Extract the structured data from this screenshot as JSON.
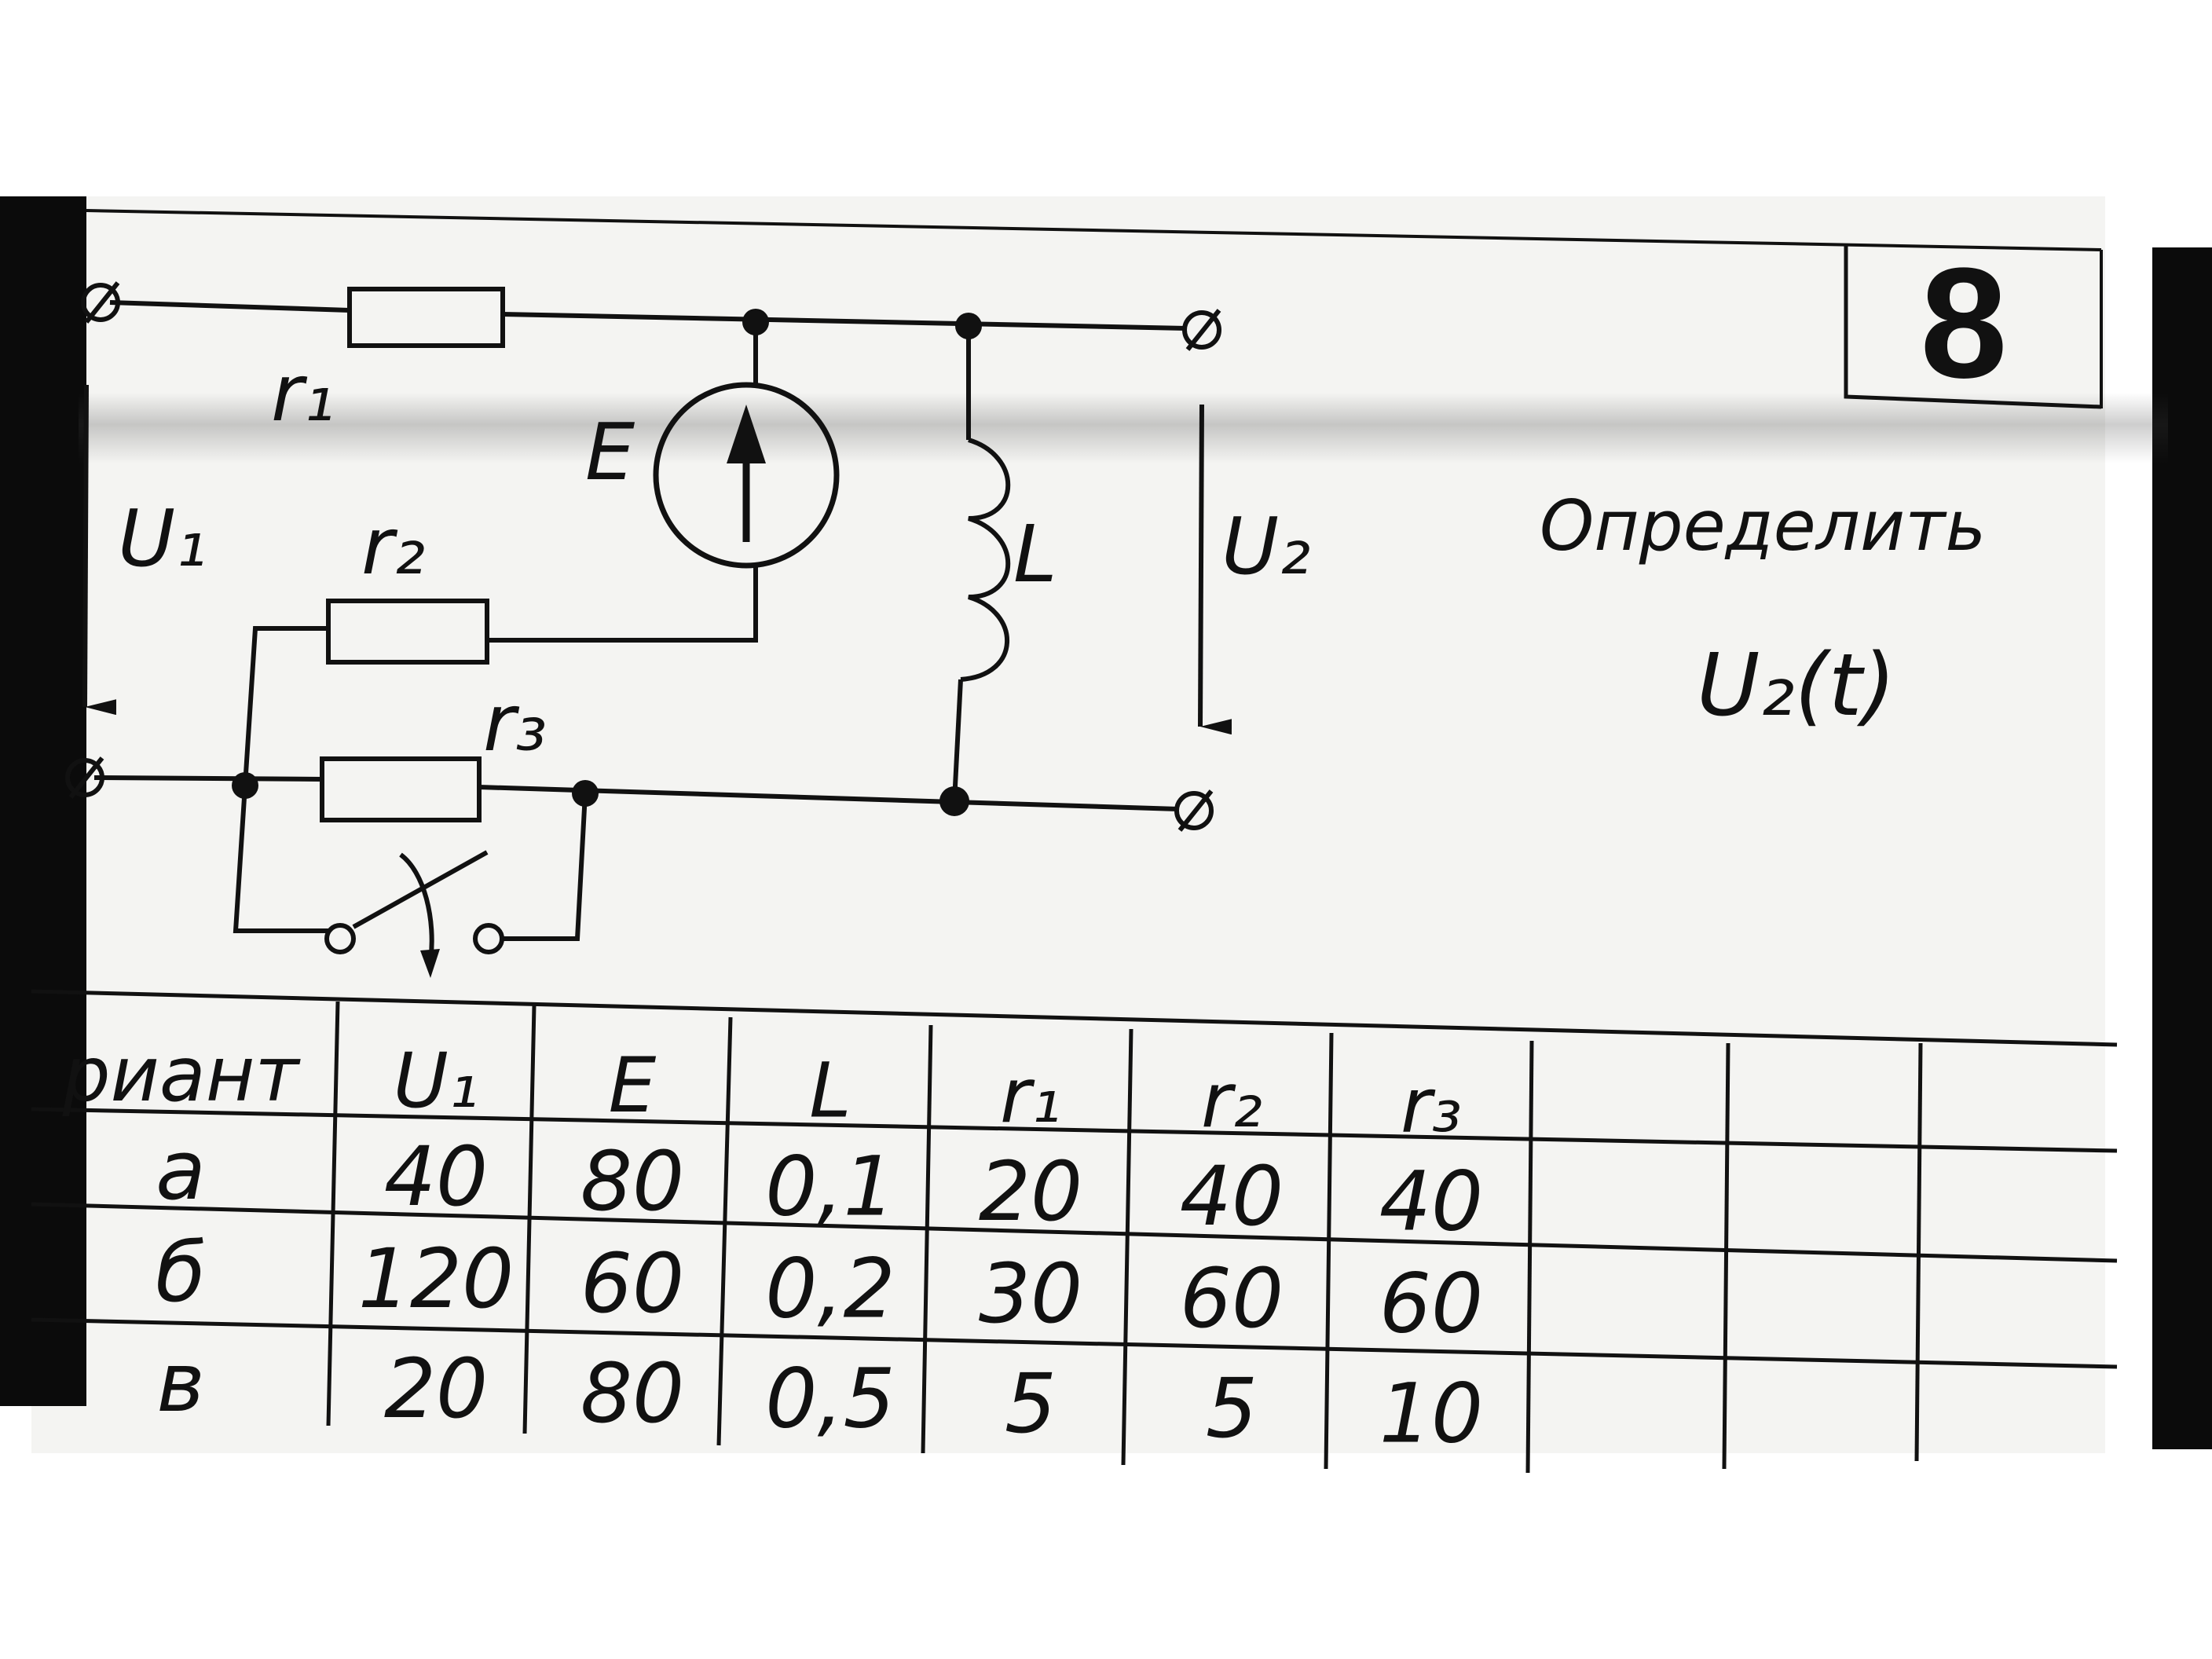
{
  "task_number": "8",
  "instruction": {
    "line1": "Определить",
    "line2": "U₂(t)"
  },
  "circuit_labels": {
    "r1": "r₁",
    "r2": "r₂",
    "r3": "r₃",
    "E": "E",
    "L": "L",
    "U1": "U₁",
    "U2": "U₂"
  },
  "table": {
    "headers": [
      "риант",
      "U₁",
      "E",
      "L",
      "r₁",
      "r₂",
      "r₃",
      "",
      "",
      ""
    ],
    "rows": [
      [
        "а",
        "40",
        "80",
        "0,1",
        "20",
        "40",
        "40",
        "",
        "",
        ""
      ],
      [
        "б",
        "120",
        "60",
        "0,2",
        "30",
        "60",
        "60",
        "",
        "",
        ""
      ],
      [
        "в",
        "20",
        "80",
        "0,5",
        "5",
        "5",
        "10",
        "",
        "",
        ""
      ]
    ]
  },
  "colors": {
    "ink": "#111111",
    "paper": "#f4f4f2",
    "bar": "#0b0b0b"
  }
}
